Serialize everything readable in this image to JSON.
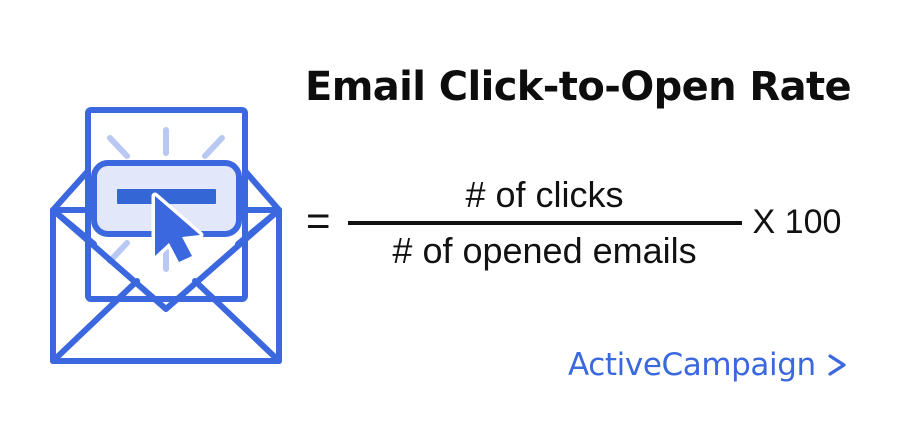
{
  "page": {
    "background_color": "#ffffff",
    "title": "Email Click-to-Open Rate"
  },
  "formula": {
    "equals_sign": "=",
    "numerator": "# of clicks",
    "denominator": "# of opened emails",
    "multiplier": "X 100",
    "text_color": "#111111"
  },
  "illustration": {
    "name": "open-envelope-with-click-button",
    "outline_color": "#3b68df",
    "fill_color": "#e2e8fa",
    "accent_color": "#3566d6",
    "ray_color": "#b9c8f2",
    "letter_color": "#ffffff"
  },
  "logo": {
    "wordmark": "ActiveCampaign",
    "chevron": "›",
    "color": "#3b68df"
  }
}
